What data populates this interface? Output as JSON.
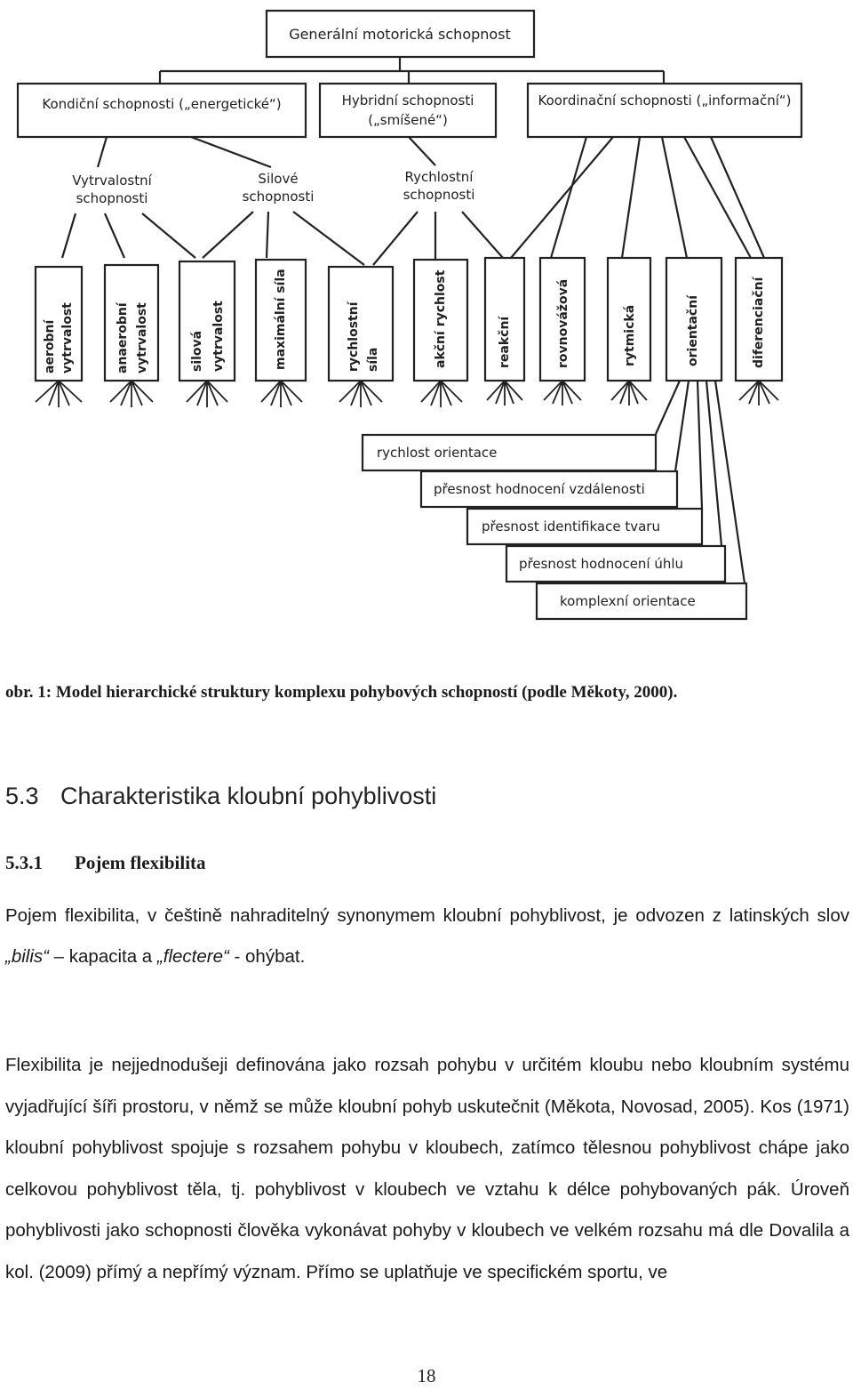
{
  "figure": {
    "top": "Generální motorická schopnost",
    "level1": {
      "kondicni": "Kondiční schopnosti („energetické“)",
      "hybridni_1": "Hybridní schopnosti",
      "hybridni_2": "(„smíšené“)",
      "koordinacni": "Koordinační schopnosti („informační“)"
    },
    "level2": [
      [
        "Vytrvalostní",
        "schopnosti"
      ],
      [
        "Silové",
        "schopnosti"
      ],
      [
        "Rychlostní",
        "schopnosti"
      ]
    ],
    "leaves": [
      [
        "aerobní",
        "vytrvalost"
      ],
      [
        "anaerobní",
        "vytrvalost"
      ],
      [
        "silová",
        "vytrvalost"
      ],
      [
        "maximální síla"
      ],
      [
        "rychlostní",
        "síla"
      ],
      [
        "akční rychlost"
      ],
      [
        "reakční"
      ],
      [
        "rovnovážová"
      ],
      [
        "rytmická"
      ],
      [
        "orientační"
      ],
      [
        "diferenciační"
      ]
    ],
    "orientation": [
      "rychlost orientace",
      "přesnost hodnocení vzdálenosti",
      "přesnost identifikace tvaru",
      "přesnost hodnocení úhlu",
      "komplexní orientace"
    ]
  },
  "caption": "obr. 1: Model hierarchické struktury komplexu pohybových schopností (podle Měkoty, 2000).",
  "section": {
    "number": "5.3",
    "title": "Charakteristika kloubní pohyblivosti"
  },
  "subsection": {
    "number": "5.3.1",
    "title": "Pojem flexibilita"
  },
  "paragraph1": {
    "before": "Pojem flexibilita, v češtině nahraditelný synonymem kloubní pohyblivost, je odvozen z latinských slov ",
    "term1": "„bilis“",
    "middle": " – kapacita a ",
    "term2": "„flectere“",
    "after": " - ohýbat."
  },
  "paragraph2": "Flexibilita je nejjednodušeji definována jako rozsah pohybu v určitém kloubu nebo kloubním systému vyjadřující šíři prostoru, v němž se může kloubní pohyb uskutečnit (Měkota, Novosad, 2005). Kos (1971) kloubní pohyblivost spojuje s rozsahem pohybu v kloubech, zatímco tělesnou pohyblivost chápe jako celkovou pohyblivost těla, tj. pohyblivost v kloubech ve vztahu k délce pohybovaných pák. Úroveň pohyblivosti jako schopnosti člověka vykonávat pohyby v kloubech ve velkém rozsahu má dle Dovalila a kol. (2009) přímý a nepřímý význam. Přímo se uplatňuje ve specifickém sportu, ve",
  "page_number": "18"
}
